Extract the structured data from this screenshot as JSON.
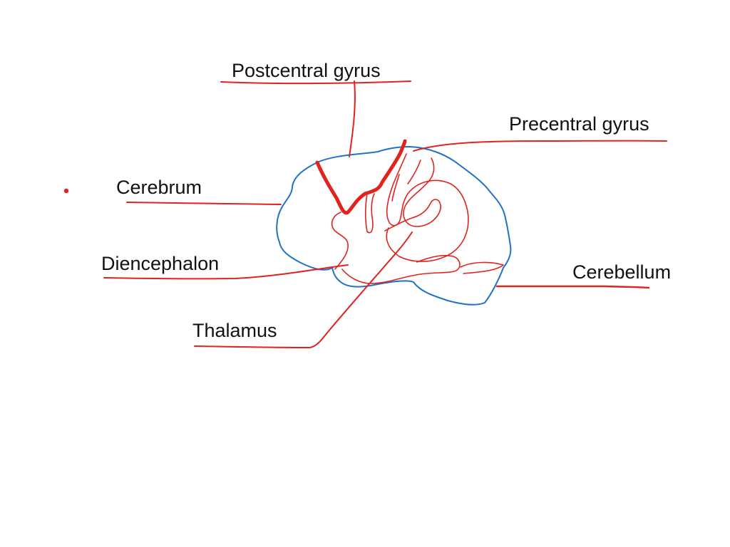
{
  "labels": {
    "postcentral_gyrus": "Postcentral gyrus",
    "precentral_gyrus": "Precentral gyrus",
    "cerebrum": "Cerebrum",
    "diencephalon": "Diencephalon",
    "cerebellum": "Cerebellum",
    "thalamus": "Thalamus"
  },
  "colors": {
    "outline": "#1f72c8",
    "annotation": "#e0231f",
    "text": "#111111",
    "background": "#ffffff"
  }
}
